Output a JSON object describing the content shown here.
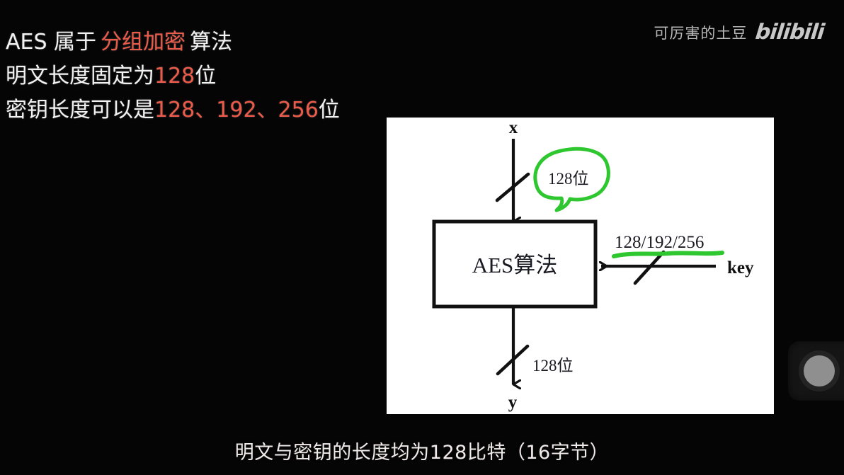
{
  "watermark": {
    "author": "可厉害的土豆",
    "logo": "bilibili"
  },
  "bullets": {
    "line1": {
      "prefix": "AES 属于",
      "highlight": "分组加密",
      "suffix": "算法"
    },
    "line2": {
      "prefix": "明文长度固定为",
      "highlight": "128",
      "suffix": "位"
    },
    "line3": {
      "prefix": "密钥长度可以是",
      "h1": "128",
      "sep1": "、",
      "h2": "192",
      "sep2": "、",
      "h3": "256",
      "suffix": "位"
    }
  },
  "diagram": {
    "input_label": "x",
    "output_label": "y",
    "key_label": "key",
    "box_label": "AES算法",
    "input_width_annotation": "128位",
    "output_width_annotation": "128位",
    "key_width_annotation": "128/192/256",
    "annotation_color": "#2fc72f",
    "line_color": "#111111",
    "panel_bg": "#ffffff"
  },
  "caption": {
    "text": "明文与密钥的长度均为128比特（16字节）"
  },
  "float_control": {
    "name": "record-button"
  },
  "colors": {
    "background": "#050505",
    "text": "#f2f2f2",
    "accent_red": "#ec5b49",
    "accent_green": "#2fc72f"
  }
}
